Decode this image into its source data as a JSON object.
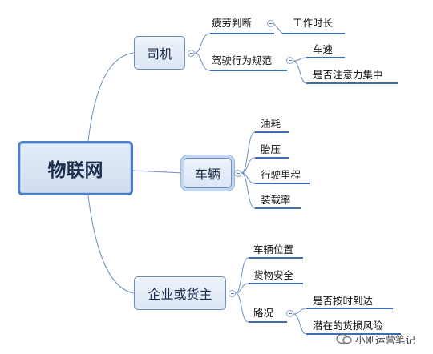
{
  "root": "物联网",
  "branches": [
    {
      "label": "司机",
      "children": [
        {
          "label": "疲劳判断",
          "children": [
            "工作时长"
          ]
        },
        {
          "label": "驾驶行为规范",
          "children": [
            "车速",
            "是否注意力集中"
          ]
        }
      ]
    },
    {
      "label": "车辆",
      "children": [
        "油耗",
        "胎压",
        "行驶里程",
        "装载率"
      ]
    },
    {
      "label": "企业或货主",
      "children": [
        {
          "label": "车辆位置"
        },
        {
          "label": "货物安全"
        },
        {
          "label": "路况",
          "children": [
            "是否按时到达",
            "潜在的货损风险"
          ]
        }
      ]
    }
  ],
  "watermark": "小刚运营笔记",
  "colors": {
    "line": "#6f8fbf",
    "underline": "#3f6db3",
    "border": "#4f7fc4"
  }
}
